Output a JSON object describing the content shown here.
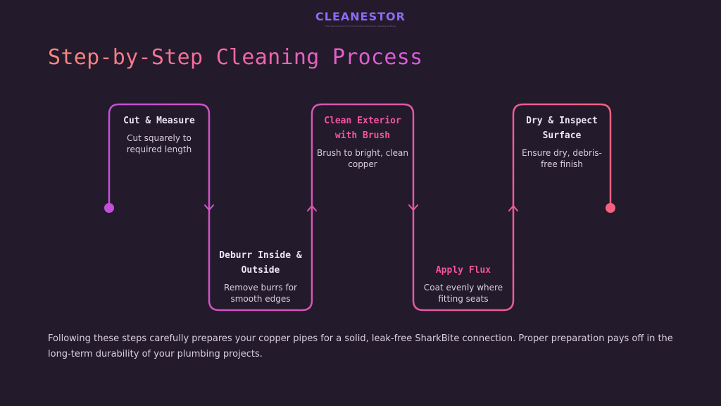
{
  "brand": {
    "name": "CLEANESTOR",
    "tagline": "The Cleaning Source to Find All the Solutions for Cleaning Surfaces",
    "color": "#8b6cf2"
  },
  "title": "Step-by-Step Cleaning Process",
  "colors": {
    "gradient_start": "#c34fd9",
    "gradient_end": "#f7607f",
    "accent_text": "#f2559e",
    "background": "#231a2c"
  },
  "steps": [
    {
      "title": "Cut & Measure",
      "description": "Cut squarely to required length",
      "accent": false
    },
    {
      "title": "Deburr Inside & Outside",
      "description": "Remove burrs for smooth edges",
      "accent": false
    },
    {
      "title": "Clean Exterior with Brush",
      "description": "Brush to bright, clean copper",
      "accent": true
    },
    {
      "title": "Apply Flux",
      "description": "Coat evenly where fitting seats",
      "accent": true
    },
    {
      "title": "Dry & Inspect Surface",
      "description": "Ensure dry, debris-free finish",
      "accent": false
    }
  ],
  "footer": "Following these steps carefully prepares your copper pipes for a solid, leak-free SharkBite connection. Proper preparation pays off in the long-term durability of your plumbing projects."
}
